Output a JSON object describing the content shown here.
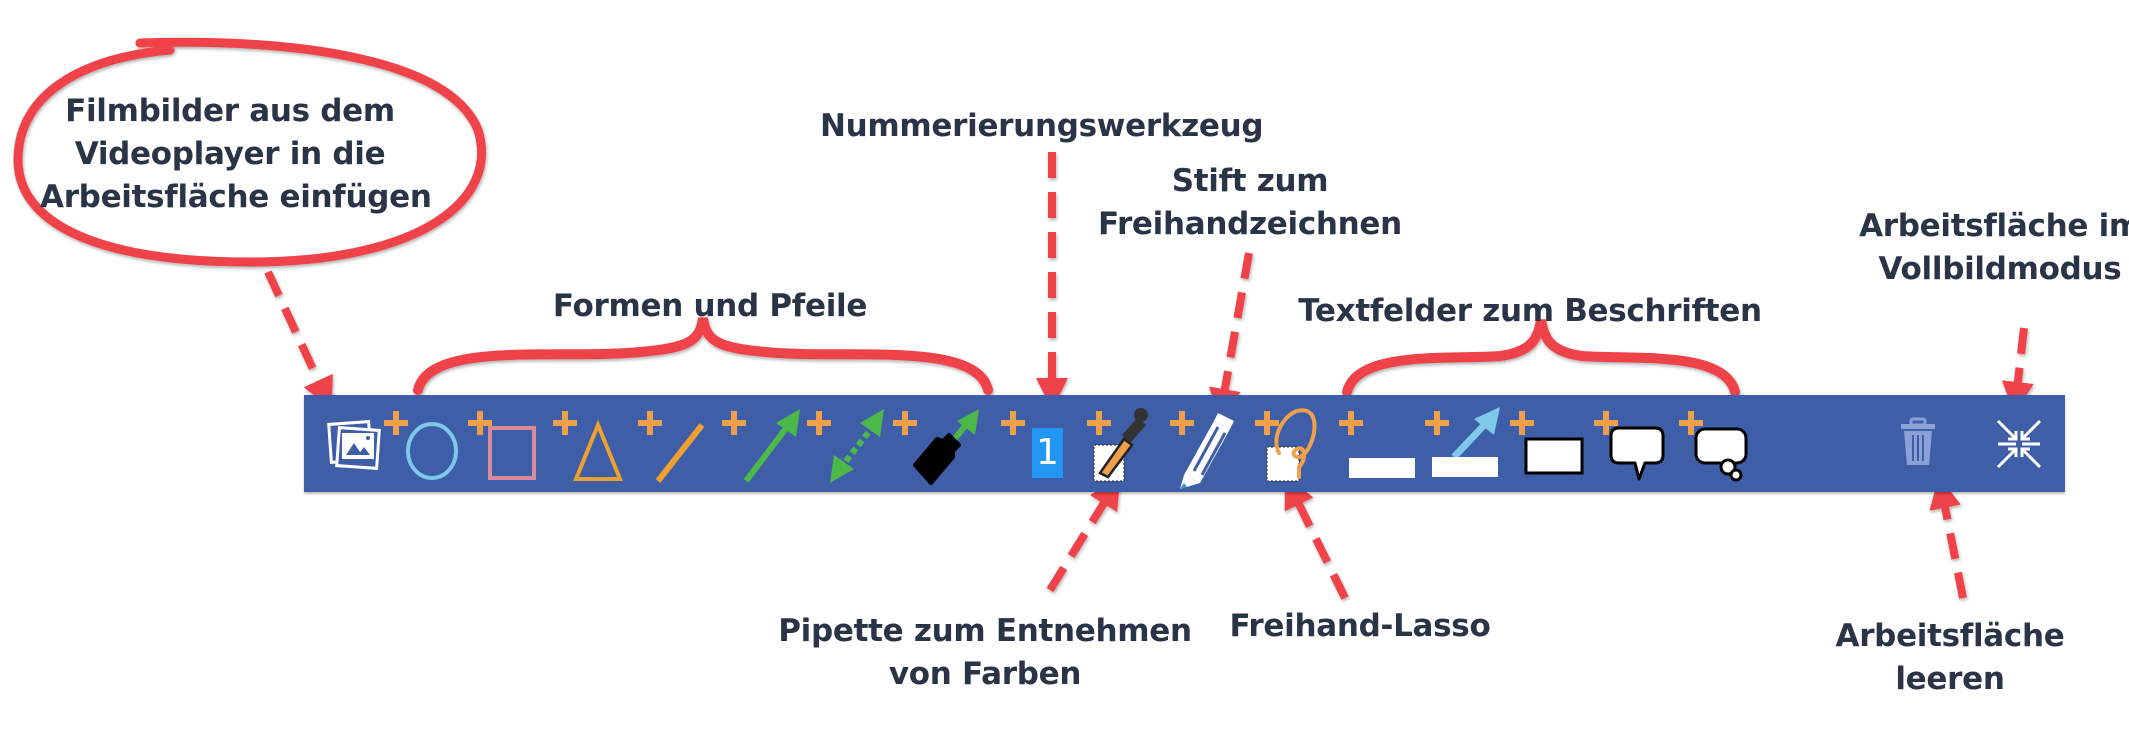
{
  "annotations": {
    "frames": [
      "Filmbilder aus dem",
      "Videoplayer in die",
      "Arbeitsfläche einfügen"
    ],
    "shapes": "Formen und Pfeile",
    "numbering": "Nummerierungswerkzeug",
    "pen": [
      "Stift zum",
      "Freihandzeichnen"
    ],
    "textfields": "Textfelder zum Beschriften",
    "fullscreen": [
      "Arbeitsfläche im",
      "Vollbildmodus"
    ],
    "pipette": [
      "Pipette zum Entnehmen",
      "von Farben"
    ],
    "lasso": "Freihand-Lasso",
    "clear": [
      "Arbeitsfläche",
      "leeren"
    ]
  },
  "toolbar": {
    "tools": [
      {
        "name": "insert-frames",
        "icon": "images-icon"
      },
      {
        "name": "ellipse",
        "icon": "circle-icon"
      },
      {
        "name": "rectangle",
        "icon": "square-icon"
      },
      {
        "name": "triangle",
        "icon": "triangle-icon"
      },
      {
        "name": "line",
        "icon": "line-icon"
      },
      {
        "name": "arrow",
        "icon": "arrow-icon"
      },
      {
        "name": "double-arrow",
        "icon": "double-arrow-icon"
      },
      {
        "name": "marker-arrow",
        "icon": "marker-icon"
      },
      {
        "name": "numbering",
        "icon": "number-icon",
        "value": "1"
      },
      {
        "name": "pipette",
        "icon": "pipette-icon"
      },
      {
        "name": "pen",
        "icon": "pencil-icon"
      },
      {
        "name": "lasso",
        "icon": "lasso-icon"
      },
      {
        "name": "text-field",
        "icon": "textbox-icon"
      },
      {
        "name": "text-field-arrow",
        "icon": "textbox-arrow-icon"
      },
      {
        "name": "text-box-border",
        "icon": "box-icon"
      },
      {
        "name": "speech-bubble",
        "icon": "speech-bubble-icon"
      },
      {
        "name": "thought-bubble",
        "icon": "thought-bubble-icon"
      },
      {
        "name": "clear-canvas",
        "icon": "trash-icon"
      },
      {
        "name": "fullscreen",
        "icon": "compress-icon"
      }
    ]
  },
  "colors": {
    "toolbar": "#3e5ea8",
    "annotation_red": "#f0434a",
    "label_text": "#2b3447",
    "plus": "#f0a04b"
  }
}
